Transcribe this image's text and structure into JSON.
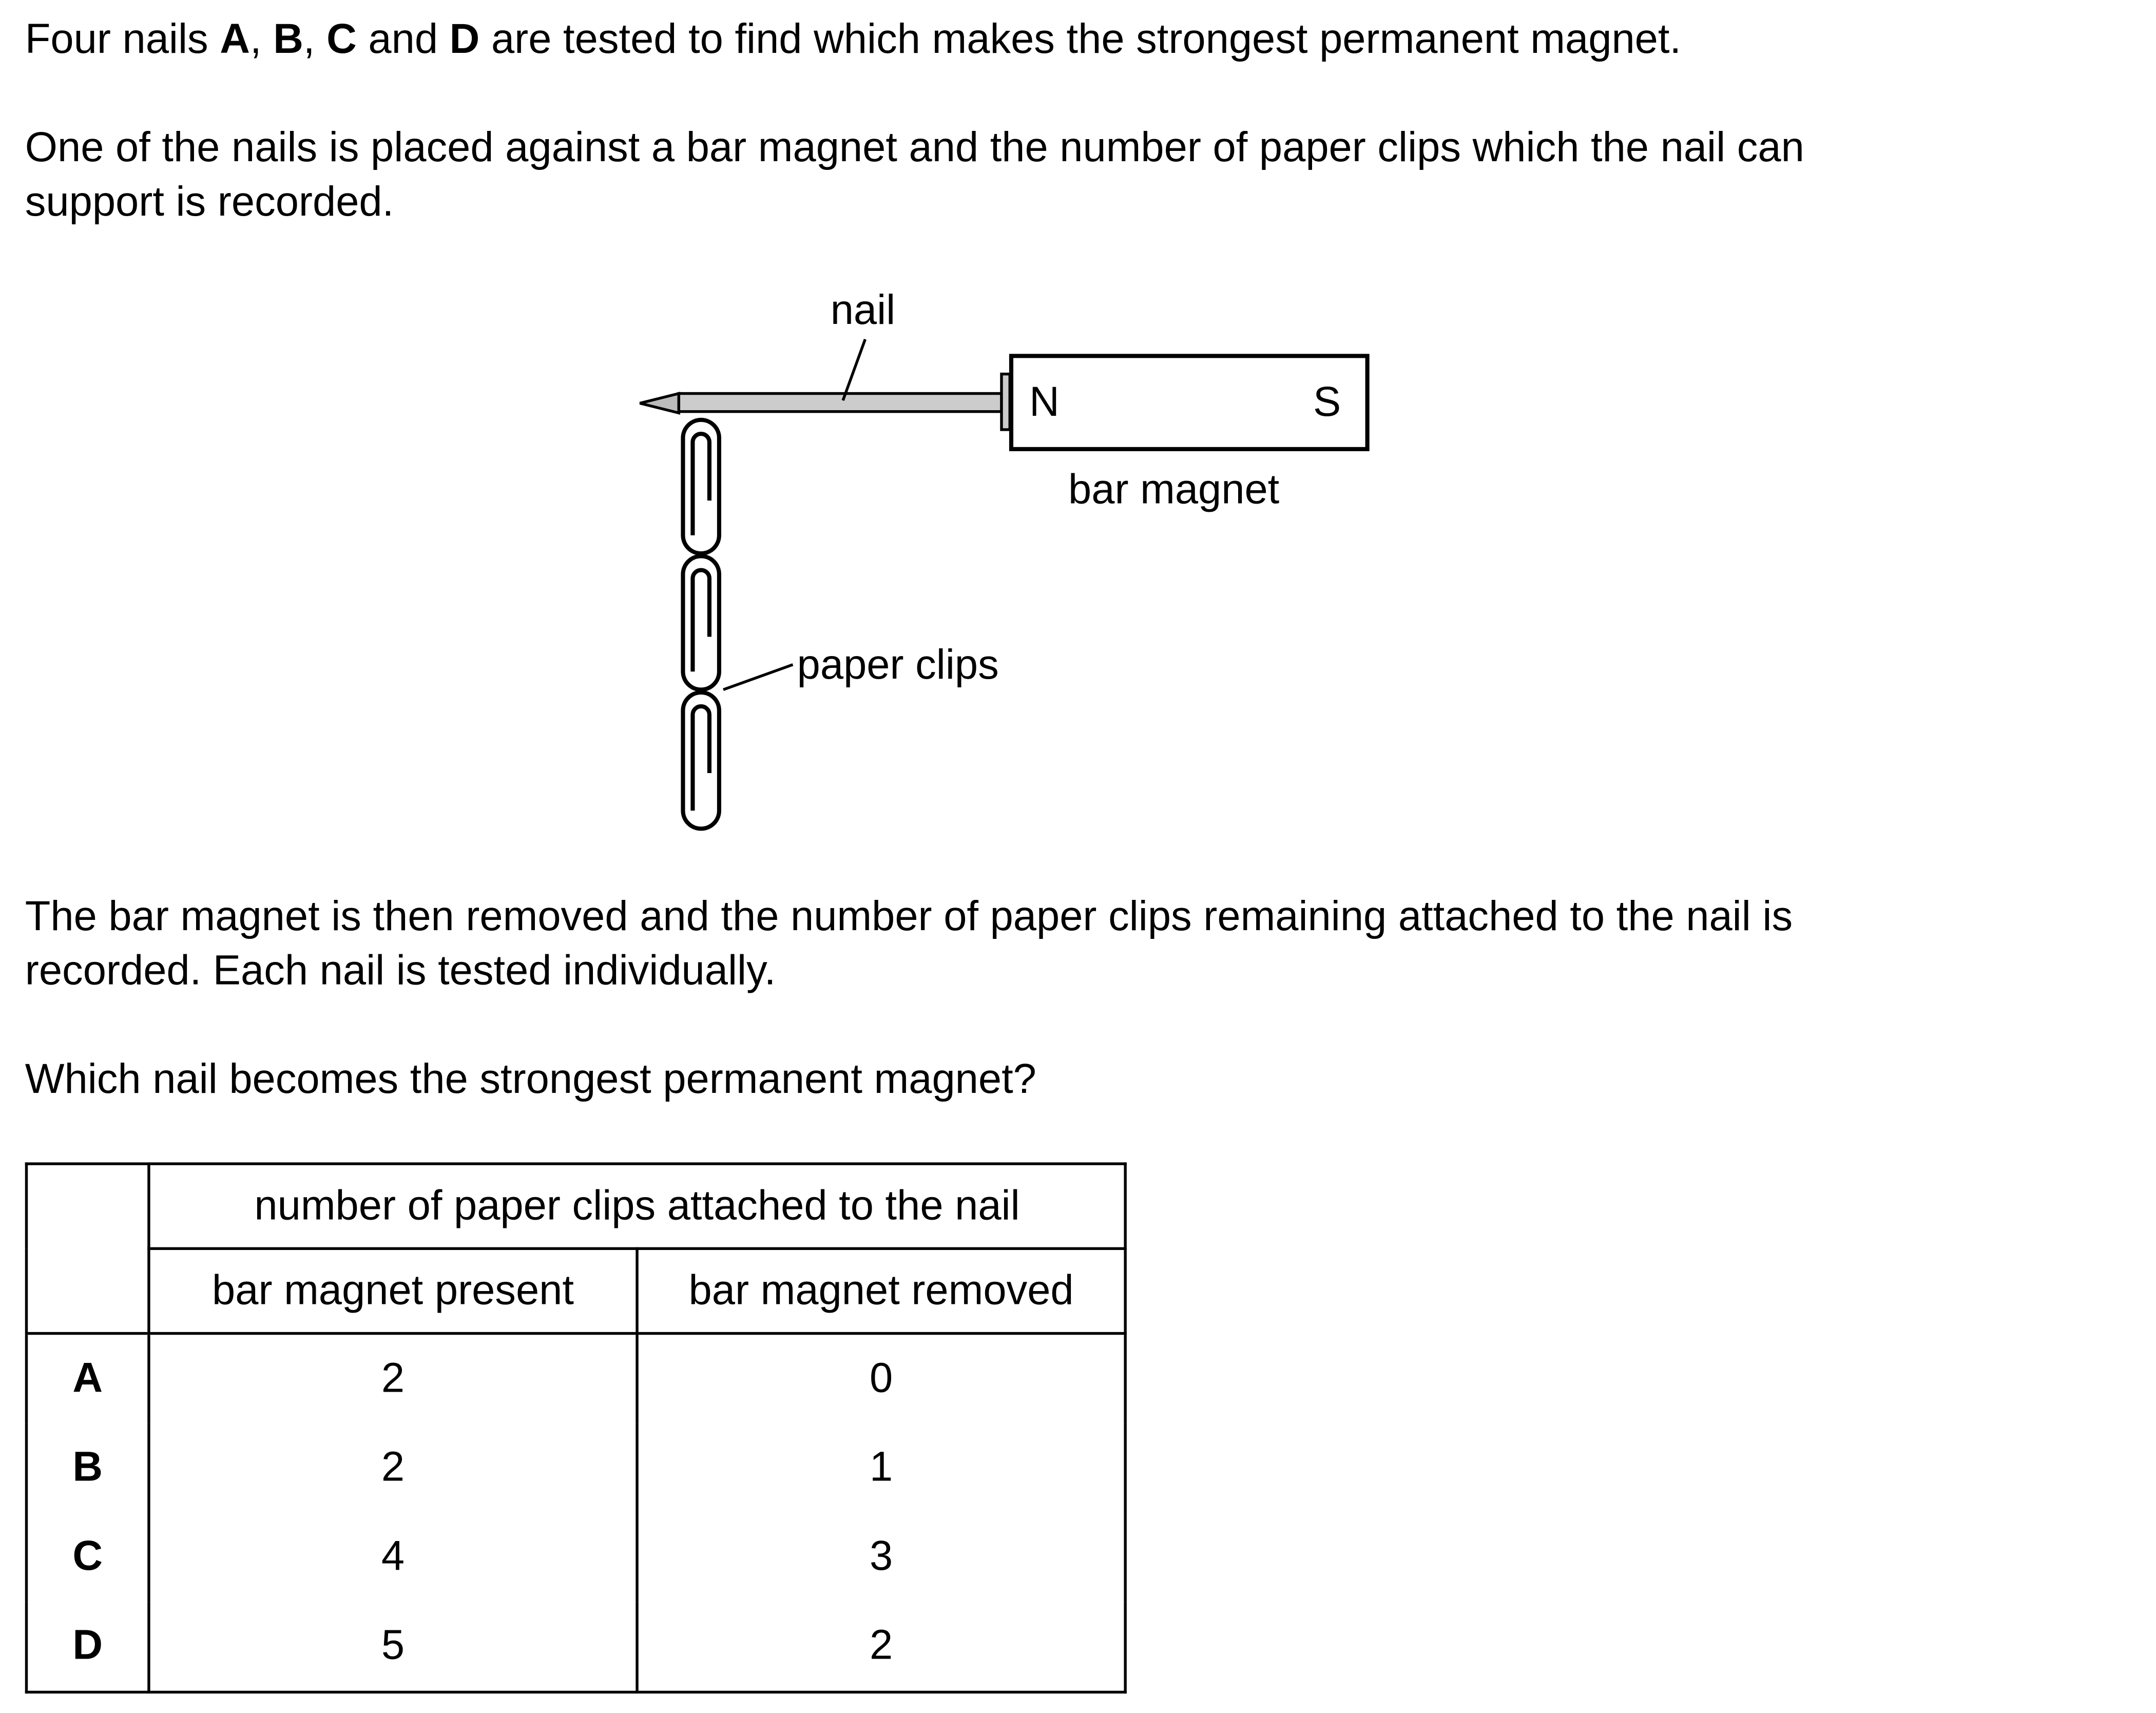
{
  "intro": {
    "prefix": "Four nails ",
    "a": "A",
    "sep1": ", ",
    "b": "B",
    "sep2": ", ",
    "c": "C",
    "and": " and ",
    "d": "D",
    "suffix": " are tested to find which makes the strongest permanent magnet."
  },
  "para2": [
    "One of the nails is placed against a bar magnet and the number of paper clips which the nail can",
    "support is recorded."
  ],
  "diagram": {
    "nail_label": "nail",
    "pole_n": "N",
    "pole_s": "S",
    "magnet_label": "bar magnet",
    "clips_label": "paper clips"
  },
  "para3": [
    "The bar magnet is then removed and the number of paper clips remaining attached to the nail is",
    "recorded. Each nail is tested individually."
  ],
  "question": "Which nail becomes the strongest permanent magnet?",
  "table": {
    "group_header": "number of paper clips attached to the nail",
    "headers": [
      "bar magnet present",
      "bar magnet removed"
    ],
    "rows": [
      {
        "label": "A",
        "present": "2",
        "removed": "0"
      },
      {
        "label": "B",
        "present": "2",
        "removed": "1"
      },
      {
        "label": "C",
        "present": "4",
        "removed": "3"
      },
      {
        "label": "D",
        "present": "5",
        "removed": "2"
      }
    ]
  }
}
